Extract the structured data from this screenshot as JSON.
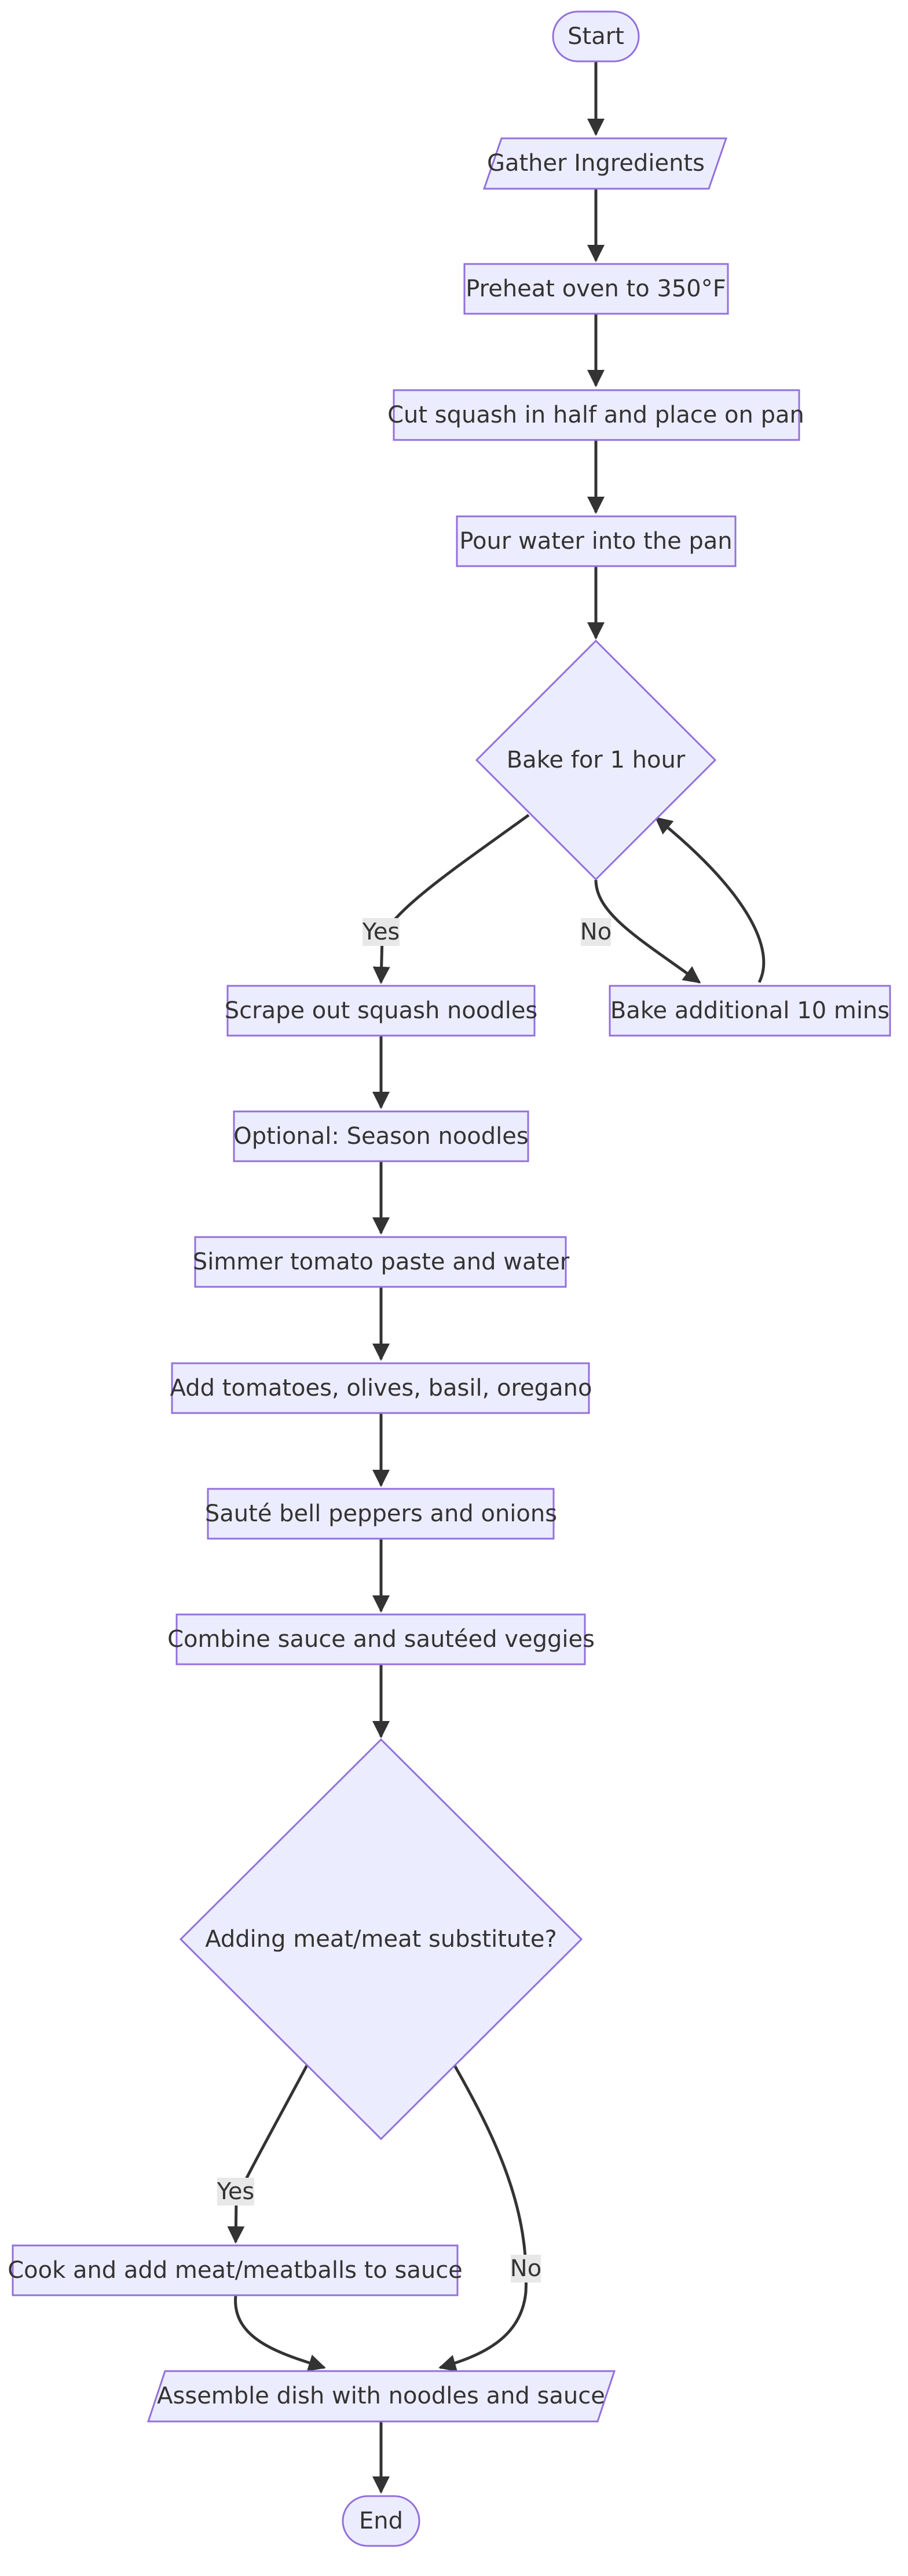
{
  "nodes": {
    "start": "Start",
    "gather": "Gather Ingredients",
    "preheat": "Preheat oven to 350°F",
    "cut": "Cut squash in half and place on pan",
    "pour": "Pour water into the pan",
    "bake": "Bake for 1 hour",
    "scrape": "Scrape out squash noodles",
    "bake_more": "Bake additional 10 mins",
    "season": "Optional: Season noodles",
    "simmer": "Simmer tomato paste and water",
    "add": "Add tomatoes, olives, basil, oregano",
    "saute": "Sauté bell peppers and onions",
    "combine": "Combine sauce and sautéed veggies",
    "meat_q": "Adding meat/meat substitute?",
    "cook_meat": "Cook and add meat/meatballs to sauce",
    "assemble": "Assemble dish with noodles and sauce",
    "end": "End"
  },
  "edge_labels": {
    "bake_yes": "Yes",
    "bake_no": "No",
    "meat_yes": "Yes",
    "meat_no": "No"
  },
  "colors": {
    "node_fill": "#ECECFF",
    "node_stroke": "#9370DB",
    "edge": "#333333",
    "text": "#333333",
    "label_bg": "#E8E8E8"
  }
}
